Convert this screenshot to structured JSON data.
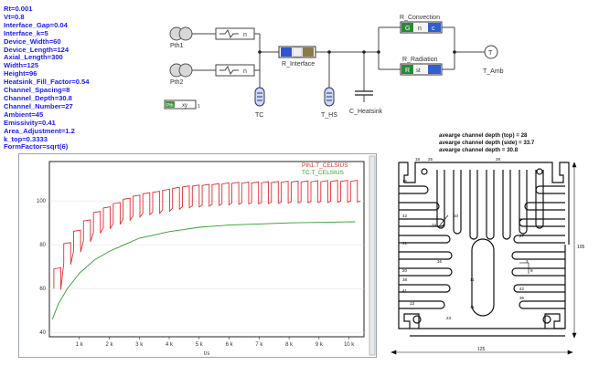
{
  "parameters": [
    "Rt=0.001",
    "Vt=0.8",
    "Interface_Gap=0.04",
    "Interface_k=5",
    "Device_Width=60",
    "Device_Length=124",
    "Axial_Length=300",
    "Width=125",
    "Height=96",
    "Heatsink_Fill_Factor=0.54",
    "Channel_Spacing=8",
    "Channel_Depth=30.8",
    "Channel_Number=27",
    "Ambient=45",
    "Emissivity=0.41",
    "Area_Adjustment=1.2",
    "k_top=0.3333",
    "FormFactor=sqrt(6)"
  ],
  "schematic": {
    "source1": "Pth1",
    "source2": "Pth2",
    "interface": "R_Interface",
    "convection": "R_Convection",
    "radiation": "R_Radiation",
    "ambient": "T_Amb",
    "tc": "TC",
    "ths": "T_HS",
    "heatsink_cap": "C_Heatsink",
    "probe_text": "xy",
    "probe_prefix": "Pth",
    "convection_box_labels": [
      "G",
      "n",
      "c"
    ],
    "radiation_box_labels": [
      "R",
      "st"
    ],
    "conductor_label": "n",
    "probe_side": "1",
    "ambient_symbol": "T"
  },
  "chart_data": {
    "type": "line",
    "title": "",
    "xlabel": "t/s",
    "ylabel": "",
    "xlim": [
      0,
      10.5
    ],
    "ylim": [
      38,
      118
    ],
    "x_ticks": [
      "1 k",
      "2 k",
      "3 k",
      "4 k",
      "5 k",
      "6 k",
      "7 k",
      "8 k",
      "9 k",
      "10 k"
    ],
    "y_ticks": [
      "40",
      "60",
      "80",
      "100"
    ],
    "series": [
      {
        "name": "Pth1.T_CELSIUS",
        "color": "#e03030",
        "pulse_period": 0.33,
        "pulse_amplitude": 9,
        "x": [
          0.15,
          0.3,
          0.5,
          0.8,
          1.0,
          1.3,
          1.5,
          2.0,
          2.5,
          3.0,
          3.5,
          4.0,
          4.5,
          5.0,
          5.5,
          6.0,
          7.0,
          8.0,
          9.0,
          10.2
        ],
        "y": [
          60,
          67,
          72,
          77,
          80,
          84,
          86,
          89,
          92,
          94,
          95,
          96.5,
          97.5,
          98,
          98.5,
          99,
          99.3,
          99.6,
          99.8,
          100
        ]
      },
      {
        "name": "TC.T_CELSIUS",
        "color": "#2aa02a",
        "x": [
          0.1,
          0.3,
          0.6,
          1.0,
          1.5,
          2.0,
          2.5,
          3.0,
          3.5,
          4.0,
          4.5,
          5.0,
          5.5,
          6.0,
          7.0,
          8.0,
          9.0,
          10.2
        ],
        "y": [
          46,
          53,
          60,
          67,
          73,
          77,
          80,
          83,
          84.5,
          86,
          87,
          88,
          88.5,
          89,
          89.5,
          90,
          90.2,
          90.5
        ]
      }
    ]
  },
  "heatsink_drawing": {
    "annotations": [
      "avearge channel depth (top) = 28",
      "avearge channel depth (side) = 33.7",
      "avearge channel depth = 30.8"
    ],
    "dim_width": "125",
    "dim_height": "105",
    "dim_labels": [
      "15",
      "25",
      "28",
      "42",
      "41",
      "10",
      "38",
      "13",
      "8",
      "27",
      "3",
      "20",
      "24",
      "11",
      "42",
      "36",
      "41",
      "16",
      "15",
      "23",
      "9",
      "11"
    ]
  }
}
